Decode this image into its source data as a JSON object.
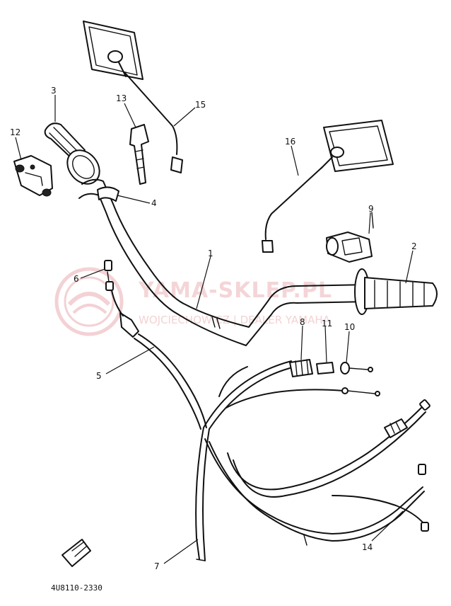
{
  "watermark": {
    "title": "YAMA-SKLEP.PL",
    "subtitle": "WOJCIECHOWICZ | DEALER YAMAHA",
    "color": "#d96a72"
  },
  "catalog_number": "4U8110-2330",
  "callouts": [
    "1",
    "2",
    "3",
    "4",
    "5",
    "6",
    "7",
    "8",
    "9",
    "10",
    "11",
    "12",
    "13",
    "14",
    "15",
    "16"
  ],
  "line_color": "#111111"
}
